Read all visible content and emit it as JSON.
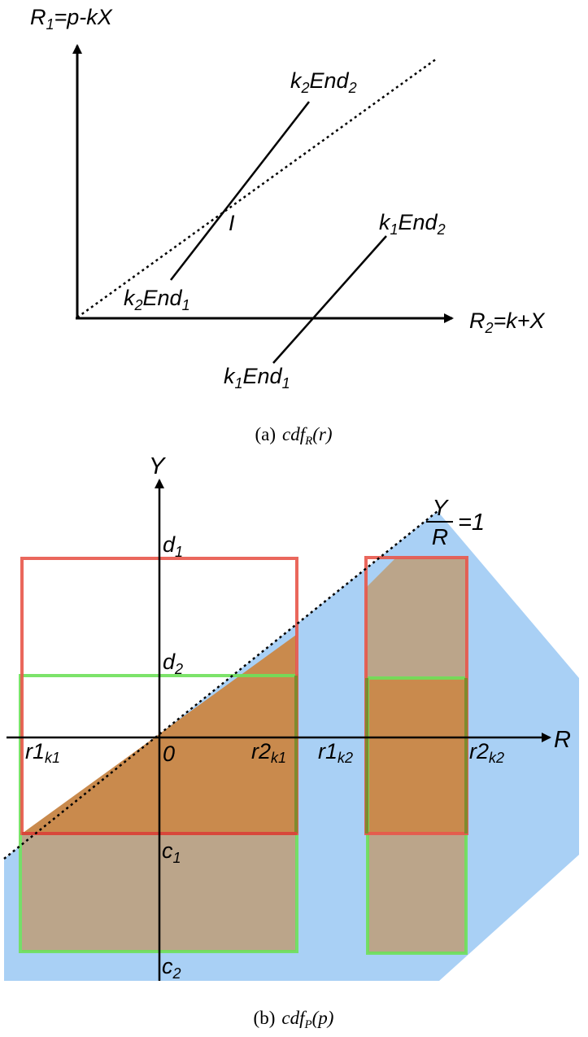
{
  "figure_a": {
    "y_axis_label": {
      "main": "R",
      "sub": "1",
      "rest": "=p-kX"
    },
    "x_axis_label": {
      "main": "R",
      "sub": "2",
      "rest": "=k+X"
    },
    "intersection_label": "I",
    "k2_end2": {
      "a": "k",
      "as": "2",
      "b": "End",
      "bs": "2"
    },
    "k2_end1": {
      "a": "k",
      "as": "2",
      "b": "End",
      "bs": "1"
    },
    "k1_end2": {
      "a": "k",
      "as": "1",
      "b": "End",
      "bs": "2"
    },
    "k1_end1": {
      "a": "k",
      "as": "1",
      "b": "End",
      "bs": "1"
    },
    "caption": {
      "prefix": "(a)",
      "fn": "cdf",
      "sub": "R",
      "arg": "(r)"
    }
  },
  "figure_b": {
    "y_axis_label": "Y",
    "x_axis_label": "R",
    "ratio_num": "Y",
    "ratio_den": "R",
    "ratio_eq": "=1",
    "d1": {
      "a": "d",
      "s": "1"
    },
    "d2": {
      "a": "d",
      "s": "2"
    },
    "c1": {
      "a": "c",
      "s": "1"
    },
    "c2": {
      "a": "c",
      "s": "2"
    },
    "origin": "0",
    "r1k1": {
      "a": "r1",
      "s": "k1"
    },
    "r2k1": {
      "a": "r2",
      "s": "k1"
    },
    "r1k2": {
      "a": "r1",
      "s": "k2"
    },
    "r2k2": {
      "a": "r2",
      "s": "k2"
    },
    "caption": {
      "prefix": "(b)",
      "fn": "cdf",
      "sub": "P",
      "arg": "(p)"
    },
    "colors": {
      "blue_region": "#a9d0f5",
      "red_rect": "#e8564a",
      "green_rect": "#6ee05a",
      "overlap_fill": "#c98a4d",
      "tan_fill": "#bba58a"
    }
  }
}
